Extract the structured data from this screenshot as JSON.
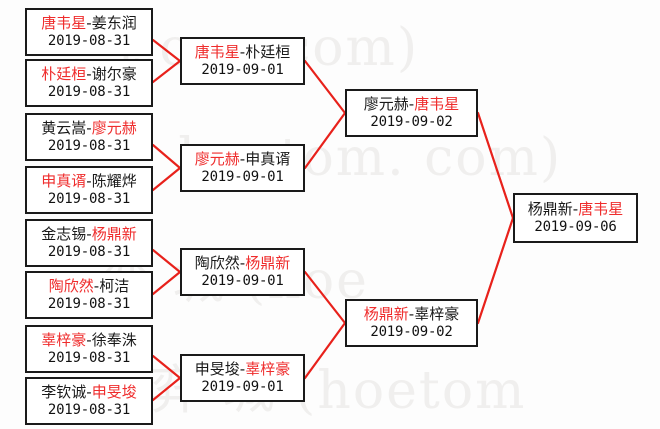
{
  "meta": {
    "kind": "tournament-bracket",
    "sport": "go-weiqi",
    "winner_color": "#ef2d2d",
    "loser_color": "#1a1a1a",
    "line_color": "#e8211b",
    "box_border_color": "#1a1a1a",
    "background_color": "#fdfdfd",
    "watermark_color": "#f0efee"
  },
  "watermark": {
    "lines": [
      "t.om. com)",
      "hoetom. com)",
      "弈 城 (hoe",
      "弈 城 (hoetom"
    ]
  },
  "rounds": [
    {
      "name": "round-1",
      "matches": [
        {
          "id": "r1m1",
          "winner": "唐韦星",
          "loser": "姜东润",
          "winner_side": "left",
          "date": "2019-08-31"
        },
        {
          "id": "r1m2",
          "winner": "朴廷桓",
          "loser": "谢尔豪",
          "winner_side": "left",
          "date": "2019-08-31"
        },
        {
          "id": "r1m3",
          "winner": "廖元赫",
          "loser": "黄云嵩",
          "winner_side": "right",
          "date": "2019-08-31"
        },
        {
          "id": "r1m4",
          "winner": "申真谞",
          "loser": "陈耀烨",
          "winner_side": "left",
          "date": "2019-08-31"
        },
        {
          "id": "r1m5",
          "winner": "杨鼎新",
          "loser": "金志锡",
          "winner_side": "right",
          "date": "2019-08-31"
        },
        {
          "id": "r1m6",
          "winner": "陶欣然",
          "loser": "柯洁",
          "winner_side": "left",
          "date": "2019-08-31"
        },
        {
          "id": "r1m7",
          "winner": "辜梓豪",
          "loser": "徐奉洙",
          "winner_side": "left",
          "date": "2019-08-31"
        },
        {
          "id": "r1m8",
          "winner": "申旻埈",
          "loser": "李钦诚",
          "winner_side": "right",
          "date": "2019-08-31"
        }
      ]
    },
    {
      "name": "round-2",
      "matches": [
        {
          "id": "r2m1",
          "winner": "唐韦星",
          "loser": "朴廷桓",
          "winner_side": "left",
          "date": "2019-09-01"
        },
        {
          "id": "r2m2",
          "winner": "廖元赫",
          "loser": "申真谞",
          "winner_side": "left",
          "date": "2019-09-01"
        },
        {
          "id": "r2m3",
          "winner": "杨鼎新",
          "loser": "陶欣然",
          "winner_side": "right",
          "date": "2019-09-01"
        },
        {
          "id": "r2m4",
          "winner": "辜梓豪",
          "loser": "申旻埈",
          "winner_side": "right",
          "date": "2019-09-01"
        }
      ]
    },
    {
      "name": "semifinal",
      "matches": [
        {
          "id": "r3m1",
          "winner": "唐韦星",
          "loser": "廖元赫",
          "winner_side": "right",
          "date": "2019-09-02"
        },
        {
          "id": "r3m2",
          "winner": "杨鼎新",
          "loser": "辜梓豪",
          "winner_side": "left",
          "date": "2019-09-02"
        }
      ]
    },
    {
      "name": "final",
      "matches": [
        {
          "id": "r4m1",
          "winner": "唐韦星",
          "loser": "杨鼎新",
          "winner_side": "right",
          "date": "2019-09-06"
        }
      ]
    }
  ]
}
